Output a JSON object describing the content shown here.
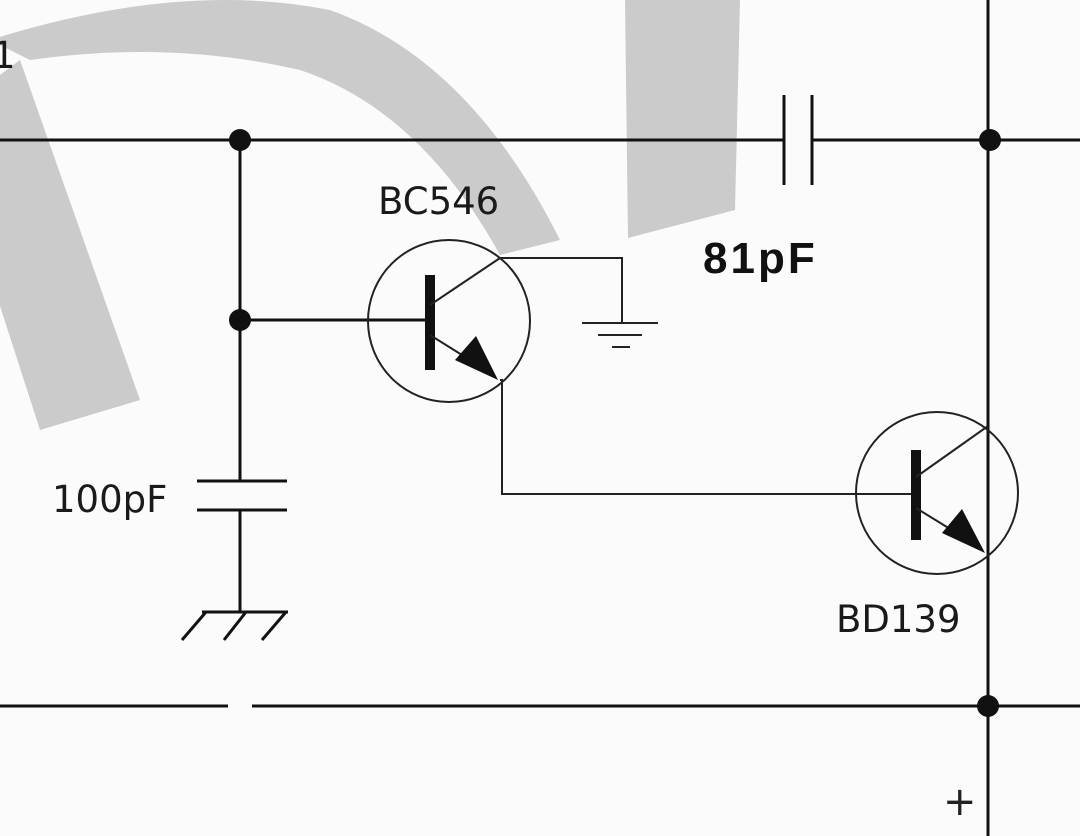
{
  "labels": {
    "transistor_1": "BC546",
    "transistor_2": "BD139",
    "capacitor_top": "81pF",
    "capacitor_left": "100pF",
    "plus_terminal": "+",
    "edge_fragment": "1"
  },
  "colors": {
    "background": "#fbfbfb",
    "watermark": "#cbcbcb",
    "wire": "#111111"
  }
}
